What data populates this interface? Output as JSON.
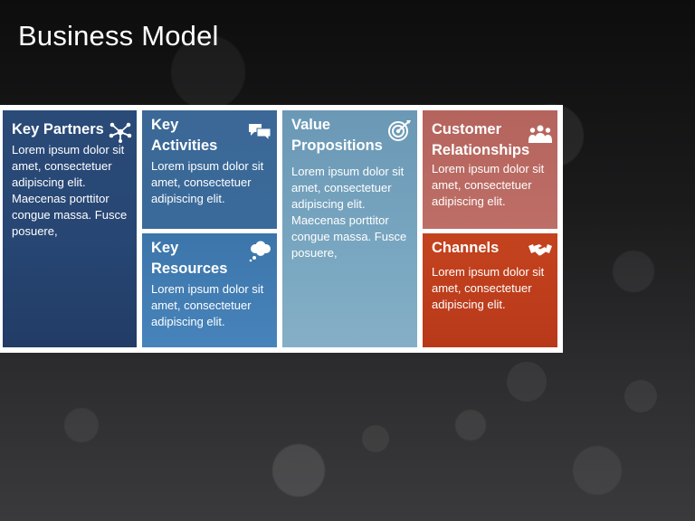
{
  "slide": {
    "title": "Business Model"
  },
  "cards": {
    "key_partners": {
      "title": "Key Partners",
      "icon": "network-icon",
      "body": "Lorem ipsum dolor sit amet, consectetuer adipiscing elit. Maecenas porttitor congue massa. Fusce posuere,",
      "color": "#274673"
    },
    "key_activities": {
      "title_line1": "Key",
      "title_line2": "Activities",
      "icon": "speech-bubbles-icon",
      "body": "Lorem ipsum dolor sit amet, consectetuer adipiscing elit.",
      "color": "#3a6a9a"
    },
    "key_resources": {
      "title_line1": "Key",
      "title_line2": "Resources",
      "icon": "thought-bubble-icon",
      "body": "Lorem ipsum dolor sit amet, consectetuer adipiscing elit.",
      "color": "#4784bb"
    },
    "value_propositions": {
      "title_line1": "Value",
      "title_line2": "Propositions",
      "icon": "target-icon",
      "body": "Lorem ipsum dolor sit amet, consectetuer adipiscing elit. Maecenas porttitor congue massa. Fusce posuere,",
      "color": "#79a7c1"
    },
    "customer_relationships": {
      "title_line1": "Customer",
      "title_line2": "Relationships",
      "icon": "people-icon",
      "body": "Lorem ipsum dolor sit amet, consectetuer adipiscing elit.",
      "color": "#bd6e66"
    },
    "channels": {
      "title": "Channels",
      "icon": "handshake-icon",
      "body": "Lorem ipsum dolor sit amet, consectetuer adipiscing elit.",
      "color": "#b8391a"
    }
  }
}
